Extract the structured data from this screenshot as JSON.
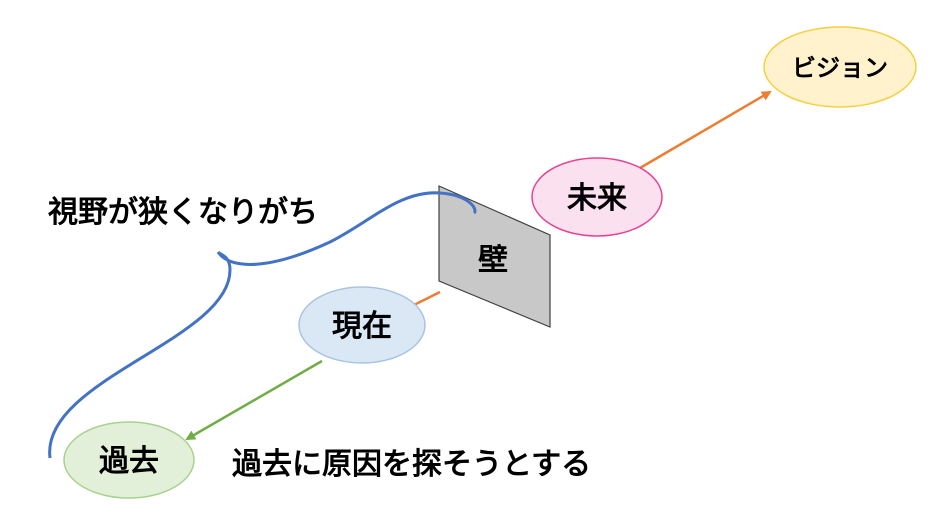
{
  "nodes": {
    "vision": "ビジョン",
    "future": "未来",
    "present": "現在",
    "past": "過去",
    "wall": "壁"
  },
  "annotations": {
    "narrow_view": "視野が狭くなりがち",
    "search_past": "過去に原因を探そうとする"
  },
  "colors": {
    "vision_fill": "#FFF2CC",
    "vision_stroke": "#F4D03F",
    "future_fill": "#FBE0F0",
    "future_stroke": "#E84393",
    "present_fill": "#DAE8F5",
    "present_stroke": "#A9C4E0",
    "past_fill": "#E2F0D9",
    "past_stroke": "#A9D18E",
    "wall_fill": "#C8C8C8",
    "wall_stroke": "#404040",
    "forward_arrow": "#ED7D31",
    "backward_arrow": "#70AD47",
    "brace": "#4472C4"
  }
}
